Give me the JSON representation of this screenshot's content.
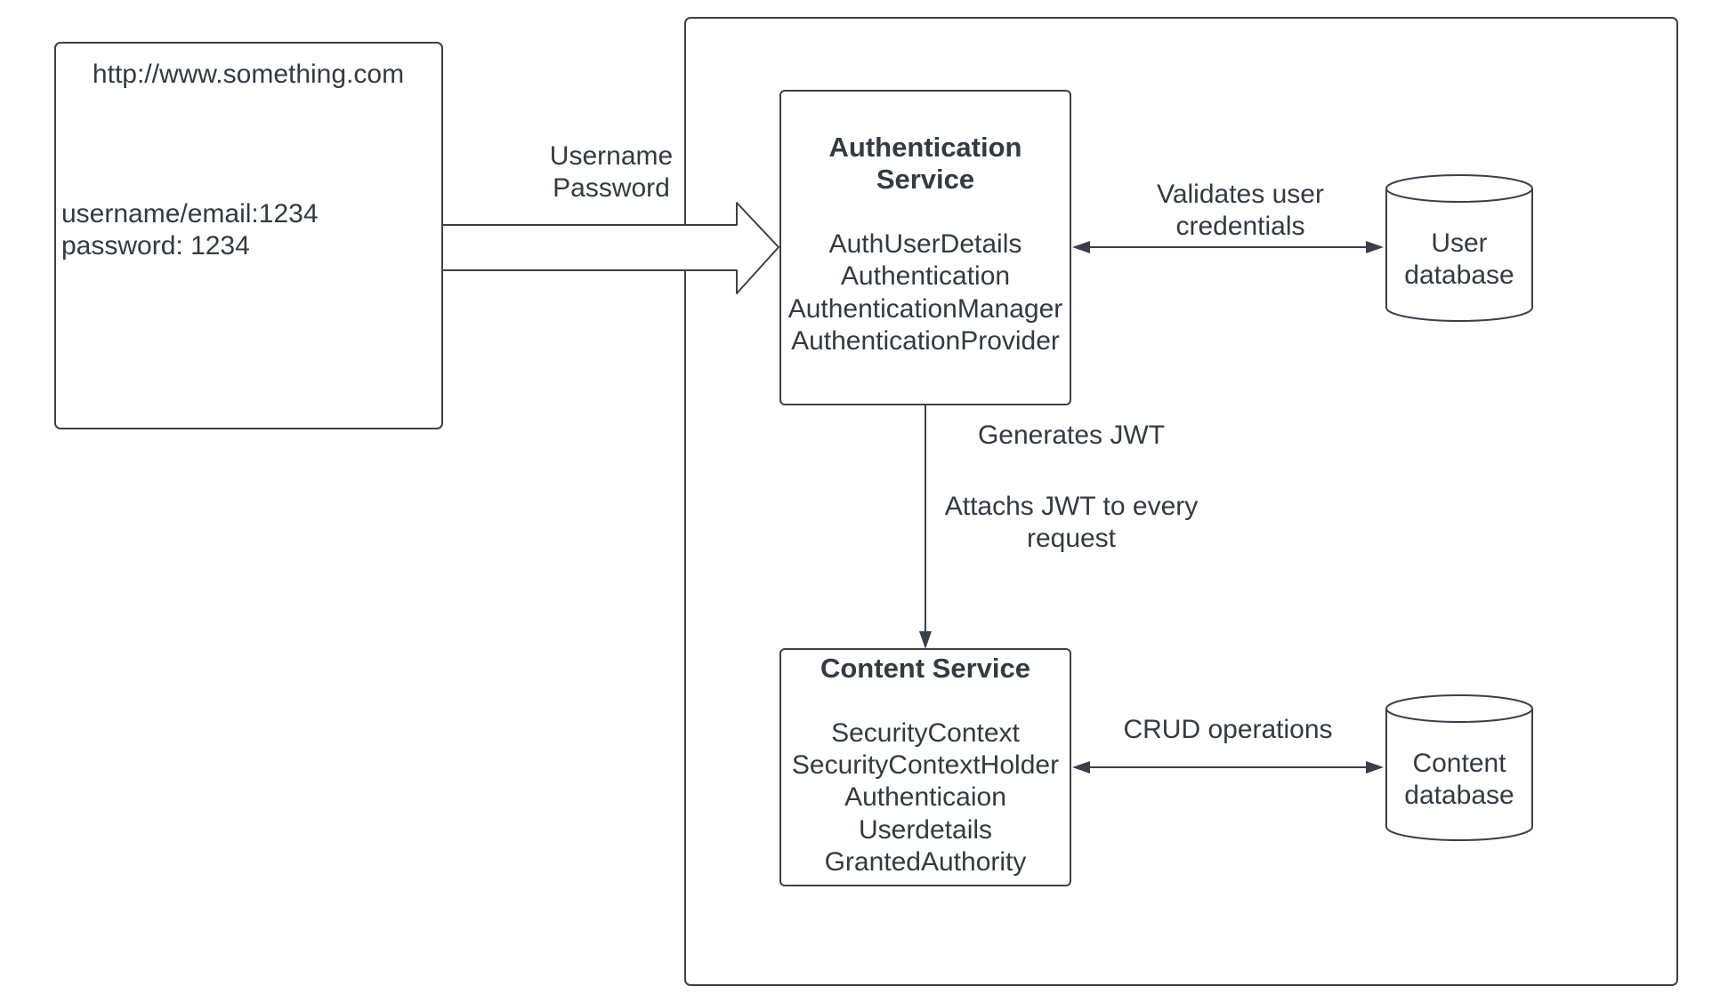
{
  "browser": {
    "url": "http://www.something.com",
    "username_line": "username/email:1234",
    "password_line": "password: 1234"
  },
  "login_arrow": {
    "line1": "Username",
    "line2": "Password"
  },
  "auth_service": {
    "title_line1": "Authentication",
    "title_line2": "Service",
    "items": [
      "AuthUserDetails",
      "Authentication",
      "AuthenticationManager",
      "AuthenticationProvider"
    ]
  },
  "user_db": {
    "line1": "User",
    "line2": "database"
  },
  "auth_db_edge": {
    "line1": "Validates user",
    "line2": "credentials"
  },
  "jwt_edge": {
    "generates": "Generates JWT",
    "attach_line1": "Attachs JWT to every",
    "attach_line2": "request"
  },
  "content_service": {
    "title": "Content Service",
    "items": [
      "SecurityContext",
      "SecurityContextHolder",
      "Authenticaion",
      "Userdetails",
      "GrantedAuthority"
    ]
  },
  "content_db_edge": {
    "label": "CRUD operations"
  },
  "content_db": {
    "line1": "Content",
    "line2": "database"
  }
}
